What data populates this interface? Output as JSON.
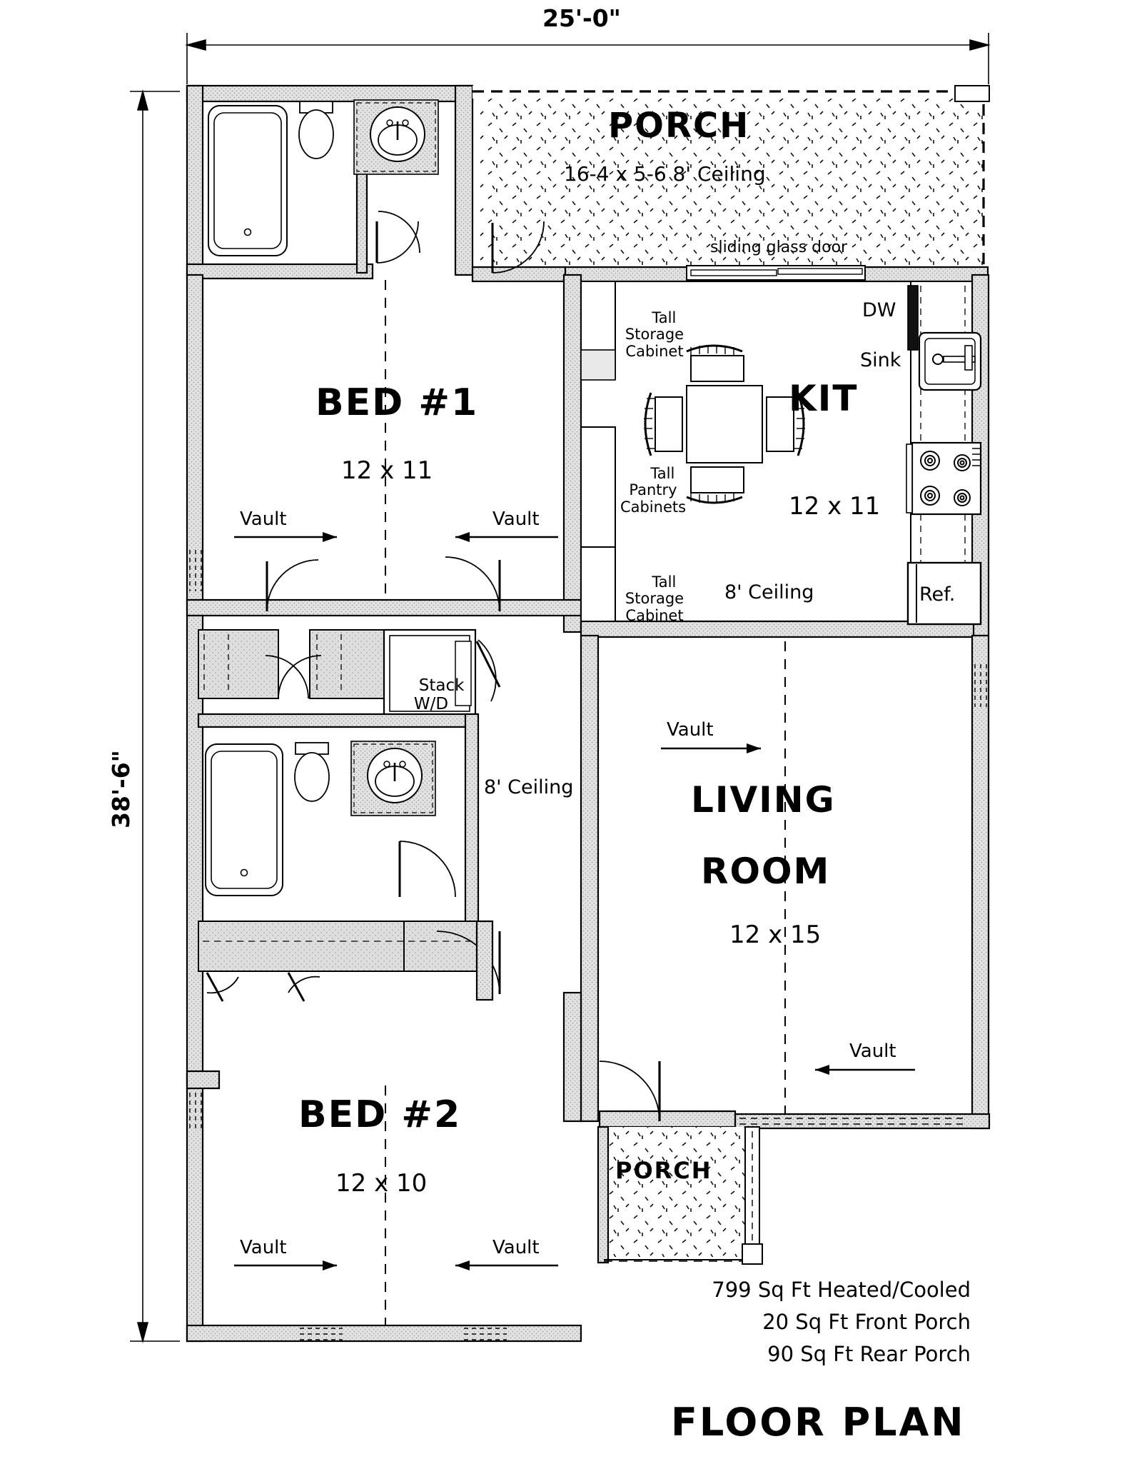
{
  "sheet": {
    "title": "FLOOR PLAN"
  },
  "dimensions": {
    "width": "25'-0\"",
    "height": "38'-6\""
  },
  "rooms": [
    {
      "id": "rear-porch",
      "name": "PORCH",
      "dims": "16-4 x 5-6 8' Ceiling"
    },
    {
      "id": "bed1",
      "name": "BED #1",
      "dims": "12 x 11"
    },
    {
      "id": "kitchen",
      "name": "KIT",
      "dims": "12 x 11",
      "ceiling": "8' Ceiling"
    },
    {
      "id": "living",
      "name": "LIVING",
      "name2": "ROOM",
      "dims": "12 x 15"
    },
    {
      "id": "bed2",
      "name": "BED #2",
      "dims": "12 x 10"
    },
    {
      "id": "front-porch",
      "name": "PORCH"
    }
  ],
  "labels": {
    "sliding_glass_door": "sliding glass door",
    "tall_storage_cabinet_top": "Tall\nStorage\nCabinet",
    "tall_pantry_cabinets": "Tall\nPantry\nCabinets",
    "tall_storage_cabinet_bottom": "Tall\nStorage\nCabinet",
    "dishwasher": "DW",
    "sink": "Sink",
    "refrigerator": "Ref.",
    "stack_wd": "Stack\nW/D",
    "hall_ceiling": "8' Ceiling",
    "kitchen_ceiling": "8' Ceiling"
  },
  "vault_notes": [
    {
      "id": "bed1-left",
      "text": "Vault",
      "direction": "right"
    },
    {
      "id": "bed1-right",
      "text": "Vault",
      "direction": "left"
    },
    {
      "id": "living-top",
      "text": "Vault",
      "direction": "right"
    },
    {
      "id": "living-bottom",
      "text": "Vault",
      "direction": "left"
    },
    {
      "id": "bed2-left",
      "text": "Vault",
      "direction": "right"
    },
    {
      "id": "bed2-right",
      "text": "Vault",
      "direction": "left"
    }
  ],
  "area_notes": [
    "799 Sq Ft Heated/Cooled",
    "20 Sq Ft Front Porch",
    "90 Sq Ft Rear Porch"
  ],
  "colors": {
    "line": "#000000",
    "wall_fill": "#d9d9d9",
    "paper": "#ffffff"
  }
}
